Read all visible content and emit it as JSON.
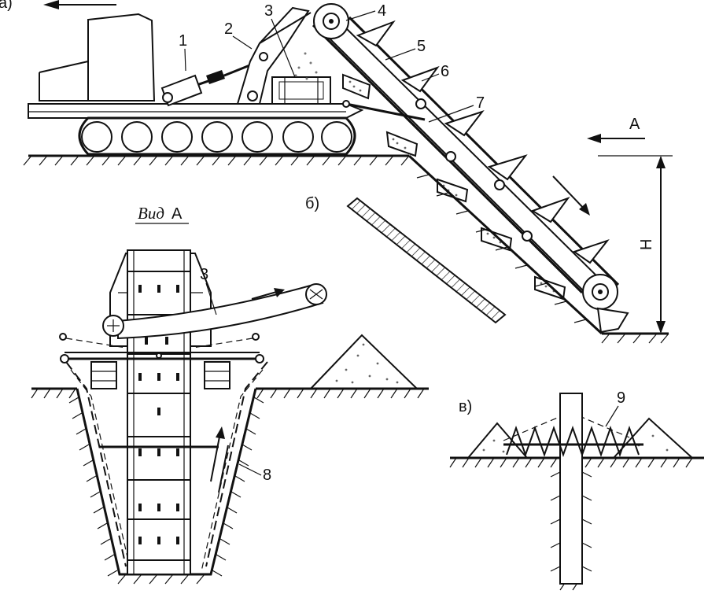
{
  "labels": {
    "a": "а)",
    "b": "б)",
    "v": "в)",
    "n1": "1",
    "n2": "2",
    "n3": "3",
    "n4": "4",
    "n5": "5",
    "n6": "6",
    "n7": "7",
    "n3b": "3",
    "n8": "8",
    "n9": "9",
    "arrowA": "А",
    "height": "H",
    "viewA_prefix": "Вид",
    "viewA_letter": "А"
  }
}
